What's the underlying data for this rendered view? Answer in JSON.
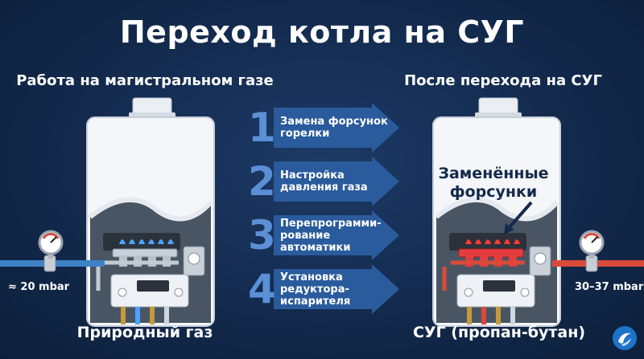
{
  "title": "Переход котла на СУГ",
  "left": {
    "heading": "Работа на магистральном газе",
    "pressure": "≈ 20 mbar",
    "fuel": "Природный газ"
  },
  "right": {
    "heading": "После перехода на СУГ",
    "callout_line1": "Заменённые",
    "callout_line2": "форсунки",
    "pressure": "30–37 mbar",
    "fuel": "СУГ (пропан-бутан)"
  },
  "steps": [
    {
      "number": "1",
      "text": "Замена форсунок горелки"
    },
    {
      "number": "2",
      "text": "Настройка давления газа"
    },
    {
      "number": "3",
      "text": "Перепрограмми-рование автоматики"
    },
    {
      "number": "4",
      "text": "Установка редуктора-испарителя"
    }
  ],
  "colors": {
    "background": "#132a4d",
    "arrow": "#2a5b9c",
    "number": "#5b8fd6",
    "flame_natural": "#4aa3ff",
    "flame_lpg": "#ff3b2f",
    "nozzle_replaced": "#e43d3d",
    "gas_pipe_natural": "#3d82c6",
    "gas_pipe_lpg": "#d94a3a"
  },
  "icons": [
    "boiler-icon",
    "pressure-gauge-icon",
    "flame-icon",
    "arrow-right-icon",
    "logo-icon"
  ]
}
